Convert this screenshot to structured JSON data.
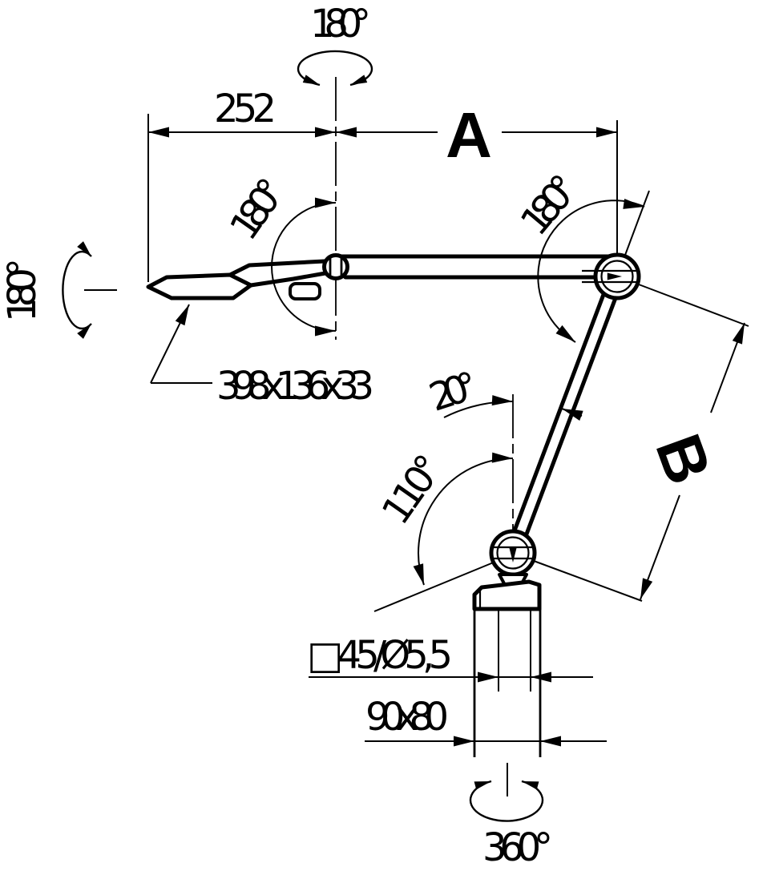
{
  "drawing": {
    "title": "articulated-lamp-arm-dimension-drawing",
    "colors": {
      "ink": "#000000",
      "paper": "#ffffff"
    },
    "labels": {
      "rotation_top": "180°",
      "rotation_left": "180°",
      "rotation_base": "360°",
      "dim_offset": "252",
      "dim_a": "A",
      "dim_b": "B",
      "angle_joint1": "180°",
      "angle_joint2": "180°",
      "angle_tilt": "20°",
      "angle_lower": "110°",
      "head_dimensions": "398x136x33",
      "mount_spec": "□45/Ø5,5",
      "base_dimensions": "90x80"
    }
  }
}
